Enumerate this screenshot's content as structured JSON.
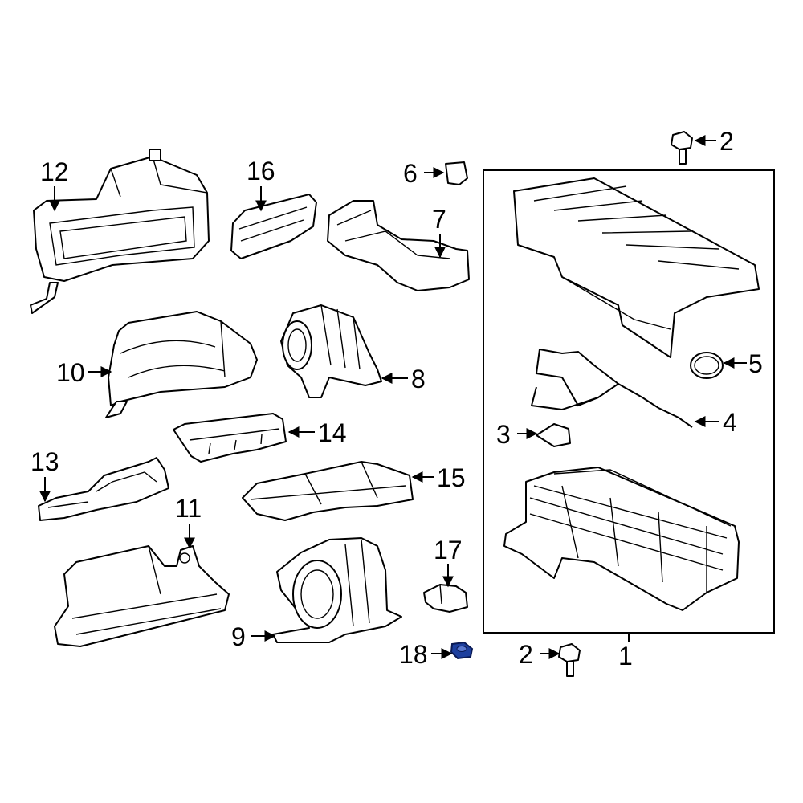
{
  "diagram": {
    "type": "exploded parts diagram",
    "highlight_color": "#1d3f9e",
    "callouts": [
      {
        "id": "1",
        "label": "1"
      },
      {
        "id": "2a",
        "label": "2"
      },
      {
        "id": "2b",
        "label": "2"
      },
      {
        "id": "3",
        "label": "3"
      },
      {
        "id": "4",
        "label": "4"
      },
      {
        "id": "5",
        "label": "5"
      },
      {
        "id": "6",
        "label": "6"
      },
      {
        "id": "7",
        "label": "7"
      },
      {
        "id": "8",
        "label": "8"
      },
      {
        "id": "9",
        "label": "9"
      },
      {
        "id": "10",
        "label": "10"
      },
      {
        "id": "11",
        "label": "11"
      },
      {
        "id": "12",
        "label": "12"
      },
      {
        "id": "13",
        "label": "13"
      },
      {
        "id": "14",
        "label": "14"
      },
      {
        "id": "15",
        "label": "15"
      },
      {
        "id": "16",
        "label": "16"
      },
      {
        "id": "17",
        "label": "17"
      },
      {
        "id": "18",
        "label": "18",
        "highlighted": true
      }
    ]
  }
}
